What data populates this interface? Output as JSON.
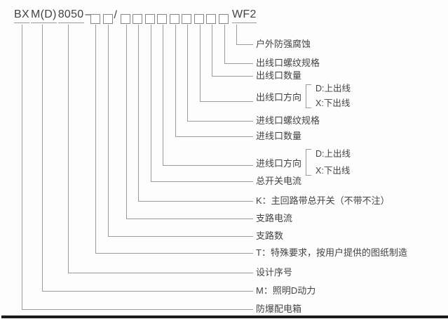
{
  "model_code": {
    "segments": [
      "BX",
      "M(D)",
      "8050"
    ],
    "separator": "–",
    "boxes_before_slash": 2,
    "slash": "/",
    "boxes_after_slash": 9,
    "suffix": "WF2"
  },
  "designation_labels": [
    {
      "text": "户外防强腐蚀"
    },
    {
      "text": "出线口螺纹规格"
    },
    {
      "text": "出线口数量"
    },
    {
      "text": "出线口方向",
      "options": [
        "D:上出线",
        "X:下出线"
      ]
    },
    {
      "text": "进线口螺纹规格"
    },
    {
      "text": "进线口数量"
    },
    {
      "text": "进线口方向",
      "options": [
        "D:上出线",
        "X:下出线"
      ]
    },
    {
      "text": "总开关电流"
    },
    {
      "text": "K：主回路带总开关（不带不注）"
    },
    {
      "text": "支路电流"
    },
    {
      "text": "支路数"
    },
    {
      "text": "T：特殊要求，按用户提供的图纸制造"
    },
    {
      "text": "设计序号"
    },
    {
      "text": "M：照明D动力"
    },
    {
      "text": "防爆配电箱"
    }
  ],
  "colors": {
    "line": "#9b9b9f",
    "text": "#434347",
    "box_border": "#85858a",
    "bottom_bar": "#1a1a1a"
  }
}
